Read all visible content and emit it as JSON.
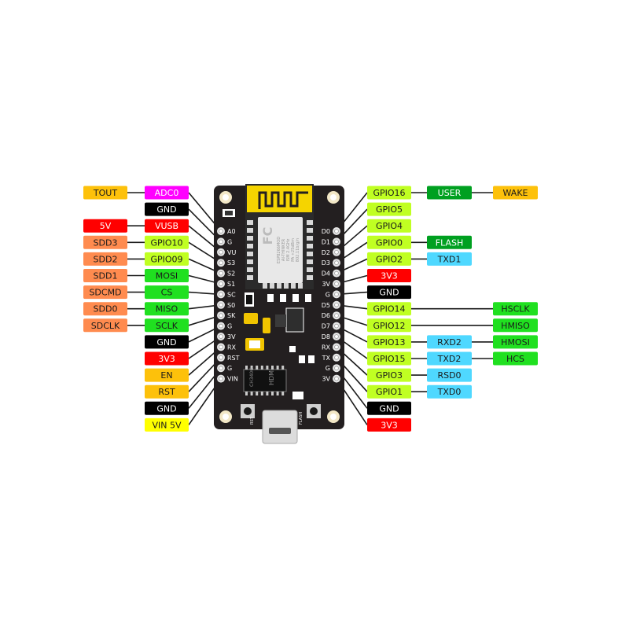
{
  "colors": {
    "orange": "#fdc10b",
    "magenta": "#ff00ff",
    "black": "#000000",
    "red": "#ff0000",
    "salmon": "#ff8b4f",
    "lime": "#c0ff22",
    "green": "#20e020",
    "yellow": "#ffff00",
    "darkgreen": "#00a020",
    "cyan": "#4fd8ff",
    "board": "#231f20"
  },
  "board": {
    "module_text": [
      "ESP8266MOD",
      "AI-THINKER",
      "ISM 2.4GHz",
      "PA +25dBm",
      "802.11b/g/n"
    ],
    "fcc_mark": "FC",
    "chip_text": [
      "CH340G",
      "HDM"
    ],
    "rst_label": "RST",
    "flash_label": "FLASH",
    "left_silk": [
      "A0",
      "G",
      "VU",
      "S3",
      "S2",
      "S1",
      "SC",
      "S0",
      "SK",
      "G",
      "3V",
      "RX",
      "RST",
      "G",
      "VIN"
    ],
    "right_silk": [
      "D0",
      "D1",
      "D2",
      "D3",
      "D4",
      "3V",
      "G",
      "D5",
      "D6",
      "D7",
      "D8",
      "RX",
      "TX",
      "G",
      "3V"
    ]
  },
  "left_pins": [
    {
      "inner": {
        "text": "ADC0",
        "color": "magenta"
      },
      "outer": {
        "text": "TOUT",
        "color": "orange"
      }
    },
    {
      "inner": {
        "text": "GND",
        "color": "black"
      }
    },
    {
      "inner": {
        "text": "VUSB",
        "color": "red"
      },
      "outer": {
        "text": "5V",
        "color": "red"
      }
    },
    {
      "inner": {
        "text": "GPIO10",
        "color": "lime"
      },
      "outer": {
        "text": "SDD3",
        "color": "salmon"
      }
    },
    {
      "inner": {
        "text": "GPIO09",
        "color": "lime"
      },
      "outer": {
        "text": "SDD2",
        "color": "salmon"
      }
    },
    {
      "inner": {
        "text": "MOSI",
        "color": "green"
      },
      "outer": {
        "text": "SDD1",
        "color": "salmon"
      }
    },
    {
      "inner": {
        "text": "CS",
        "color": "green"
      },
      "outer": {
        "text": "SDCMD",
        "color": "salmon"
      }
    },
    {
      "inner": {
        "text": "MISO",
        "color": "green"
      },
      "outer": {
        "text": "SDD0",
        "color": "salmon"
      }
    },
    {
      "inner": {
        "text": "SCLK",
        "color": "green"
      },
      "outer": {
        "text": "SDCLK",
        "color": "salmon"
      }
    },
    {
      "inner": {
        "text": "GND",
        "color": "black"
      }
    },
    {
      "inner": {
        "text": "3V3",
        "color": "red"
      }
    },
    {
      "inner": {
        "text": "EN",
        "color": "orange"
      }
    },
    {
      "inner": {
        "text": "RST",
        "color": "orange"
      }
    },
    {
      "inner": {
        "text": "GND",
        "color": "black"
      }
    },
    {
      "inner": {
        "text": "VIN 5V",
        "color": "yellow"
      }
    }
  ],
  "right_pins": [
    {
      "inner": {
        "text": "GPIO16",
        "color": "lime"
      },
      "mid": {
        "text": "USER",
        "color": "darkgreen"
      },
      "far": {
        "text": "WAKE",
        "color": "orange"
      }
    },
    {
      "inner": {
        "text": "GPIO5",
        "color": "lime"
      }
    },
    {
      "inner": {
        "text": "GPIO4",
        "color": "lime"
      }
    },
    {
      "inner": {
        "text": "GPIO0",
        "color": "lime"
      },
      "mid": {
        "text": "FLASH",
        "color": "darkgreen"
      }
    },
    {
      "inner": {
        "text": "GPIO2",
        "color": "lime"
      },
      "mid": {
        "text": "TXD1",
        "color": "cyan"
      }
    },
    {
      "inner": {
        "text": "3V3",
        "color": "red"
      }
    },
    {
      "inner": {
        "text": "GND",
        "color": "black"
      }
    },
    {
      "inner": {
        "text": "GPIO14",
        "color": "lime"
      },
      "far": {
        "text": "HSCLK",
        "color": "green"
      }
    },
    {
      "inner": {
        "text": "GPIO12",
        "color": "lime"
      },
      "far": {
        "text": "HMISO",
        "color": "green"
      }
    },
    {
      "inner": {
        "text": "GPIO13",
        "color": "lime"
      },
      "mid": {
        "text": "RXD2",
        "color": "cyan"
      },
      "far": {
        "text": "HMOSI",
        "color": "green"
      }
    },
    {
      "inner": {
        "text": "GPIO15",
        "color": "lime"
      },
      "mid": {
        "text": "TXD2",
        "color": "cyan"
      },
      "far": {
        "text": "HCS",
        "color": "green"
      }
    },
    {
      "inner": {
        "text": "GPIO3",
        "color": "lime"
      },
      "mid": {
        "text": "RSD0",
        "color": "cyan"
      }
    },
    {
      "inner": {
        "text": "GPIO1",
        "color": "lime"
      },
      "mid": {
        "text": "TXD0",
        "color": "cyan"
      }
    },
    {
      "inner": {
        "text": "GND",
        "color": "black"
      }
    },
    {
      "inner": {
        "text": "3V3",
        "color": "red"
      }
    }
  ]
}
